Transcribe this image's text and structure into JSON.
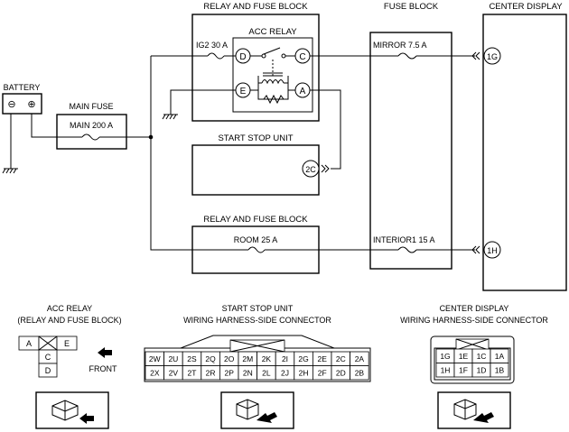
{
  "blocks": {
    "relay_fuse_block_top": "RELAY AND FUSE BLOCK",
    "fuse_block": "FUSE BLOCK",
    "center_display": "CENTER DISPLAY",
    "acc_relay": "ACC RELAY",
    "battery": "BATTERY",
    "main_fuse": "MAIN FUSE",
    "start_stop_unit": "START STOP UNIT",
    "relay_fuse_block_bottom": "RELAY AND FUSE BLOCK"
  },
  "fuses": {
    "ig2": "IG2 30 A",
    "main": "MAIN 200 A",
    "mirror": "MIRROR 7.5 A",
    "room": "ROOM 25 A",
    "interior1": "INTERIOR1 15 A"
  },
  "battery_terminals": {
    "neg": "⊖",
    "pos": "⊕"
  },
  "terminals": {
    "d": "D",
    "c": "C",
    "e": "E",
    "a": "A",
    "g1": "1G",
    "h1": "1H",
    "c2": "2C"
  },
  "connectors": {
    "acc_relay": {
      "title1": "ACC RELAY",
      "title2": "(RELAY AND FUSE BLOCK)",
      "row1": [
        "A",
        "",
        "E"
      ],
      "col": [
        "C",
        "D"
      ],
      "front_label": "FRONT"
    },
    "start_stop": {
      "title1": "START STOP UNIT",
      "title2": "WIRING HARNESS-SIDE CONNECTOR",
      "row1": [
        "2W",
        "2U",
        "2S",
        "2Q",
        "2O",
        "2M",
        "2K",
        "2I",
        "2G",
        "2E",
        "2C",
        "2A"
      ],
      "row2": [
        "2X",
        "2V",
        "2T",
        "2R",
        "2P",
        "2N",
        "2L",
        "2J",
        "2H",
        "2F",
        "2D",
        "2B"
      ]
    },
    "center_display": {
      "title1": "CENTER DISPLAY",
      "title2": "WIRING HARNESS-SIDE CONNECTOR",
      "row1": [
        "1G",
        "1E",
        "1C",
        "1A"
      ],
      "row2": [
        "1H",
        "1F",
        "1D",
        "1B"
      ]
    }
  }
}
